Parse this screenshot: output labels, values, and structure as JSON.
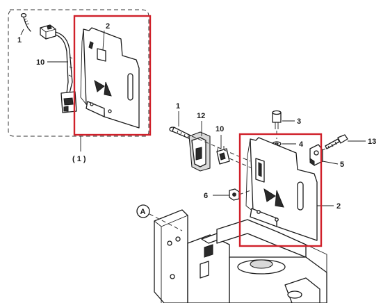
{
  "colors": {
    "highlight": "#d0202a",
    "line": "#1a1a1a"
  },
  "callouts": {
    "detail_1": "1",
    "detail_2": "2",
    "detail_10": "10",
    "detail_assembly": "( 1 )",
    "main_1": "1",
    "main_12": "12",
    "main_10": "10",
    "main_3": "3",
    "main_4": "4",
    "main_13": "13",
    "main_5": "5",
    "main_6": "6",
    "main_2": "2"
  },
  "view_marker": "A"
}
